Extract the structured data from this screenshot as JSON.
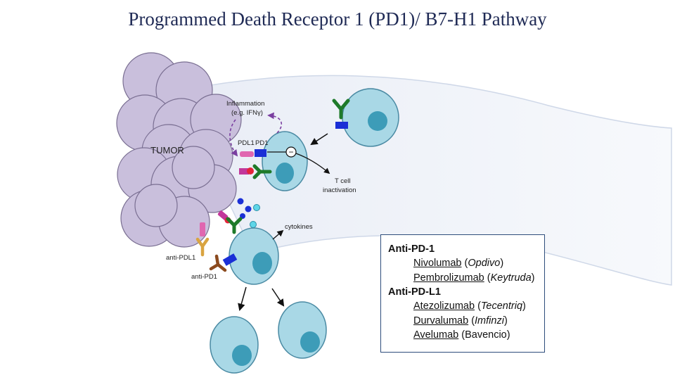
{
  "title": "Programmed Death Receptor 1 (PD1)/ B7-H1 Pathway",
  "diagram": {
    "labels": {
      "tumor": "TUMOR",
      "inflammation_line1": "Inflammation",
      "inflammation_line2": "(e.g. IFNγ)",
      "pdl1": "PDL1",
      "pd1": "PD1",
      "minus": "−",
      "tcell_line1": "T cell",
      "tcell_line2": "inactivation",
      "cytokines": "cytokines",
      "anti_pdl1": "anti-PDL1",
      "anti_pd1": "anti-PD1"
    },
    "colors": {
      "tumor_fill": "#c9bfdc",
      "tumor_stroke": "#7a6f92",
      "cell_fill": "#a9d8e6",
      "cell_stroke": "#4a8aa3",
      "nucleus": "#3d9cb8",
      "pdl1": "#e066b0",
      "pd1": "#1a2fd6",
      "tcr": "#1e7a2a",
      "anti_pdl1": "#d9a441",
      "anti_pd1": "#8b4a1e",
      "purple_arrow": "#7a3fa0"
    }
  },
  "drugs": {
    "anti_pd1": {
      "heading": "Anti-PD-1",
      "items": [
        {
          "generic": "Nivolumab",
          "brand": "Opdivo"
        },
        {
          "generic": "Pembrolizumab",
          "brand": "Keytruda"
        }
      ]
    },
    "anti_pdl1": {
      "heading": "Anti-PD-L1",
      "items": [
        {
          "generic": "Atezolizumab",
          "brand": "Tecentriq"
        },
        {
          "generic": "Durvalumab",
          "brand": "Imfinzi"
        },
        {
          "generic": "Avelumab",
          "brand": "Bavencio"
        }
      ]
    }
  }
}
